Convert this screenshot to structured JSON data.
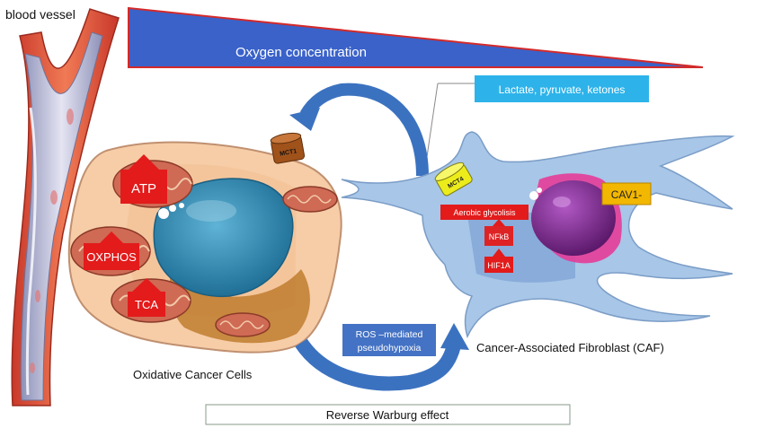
{
  "labels": {
    "blood_vessel": "blood vessel",
    "oxygen_concentration": "Oxygen concentration",
    "lactate_box": "Lactate, pyruvate, ketones",
    "mct1": "MCT1",
    "mct4": "MCT4",
    "atp": "ATP",
    "oxphos": "OXPHOS",
    "tca": "TCA",
    "cav1": "CAV1-",
    "aerobic_glycolysis": "Aerobic glycolisis",
    "nfkb": "NFkB",
    "hif1a": "HIF1A",
    "ros_line1": "ROS –mediated",
    "ros_line2": "pseudohypoxia",
    "caf": "Cancer-Associated Fibroblast (CAF)",
    "oxidative_cells": "Oxidative Cancer Cells",
    "reverse_warburg": "Reverse Warburg effect"
  },
  "colors": {
    "oxygen_wedge": "#3a62c9",
    "wedge_border": "#d32a2a",
    "lactate_box": "#2db3ea",
    "red_box": "#e31b1b",
    "cav1_box": "#f2b700",
    "mct4": "#ecec1c",
    "mct1": "#a0521b",
    "ros_box": "#4472c4",
    "arrow_blue": "#3b72c0",
    "caf_body": "#a8c6e7",
    "nucleus_purple": "#7d2a8c",
    "cell_body": "#f6cda7",
    "cell_nucleus": "#3e8fb5"
  }
}
